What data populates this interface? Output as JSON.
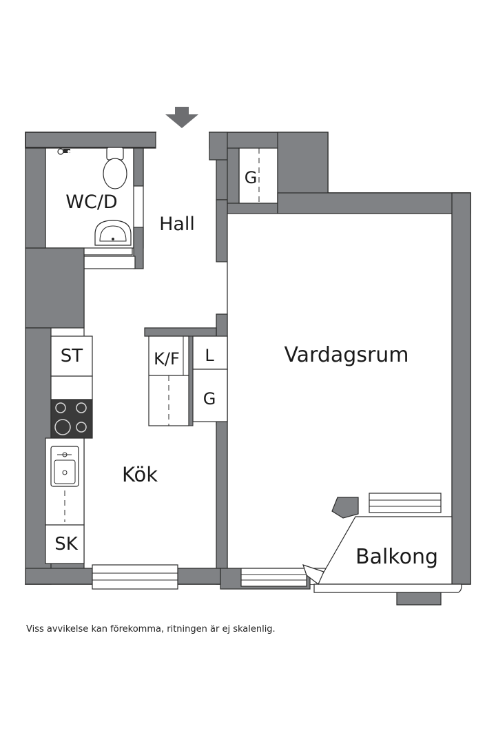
{
  "rooms": {
    "wc": "WC/D",
    "hall": "Hall",
    "wardrobe_hall": "G",
    "living": "Vardagsrum",
    "cupboard": "ST",
    "fridge_freezer": "K/F",
    "linen": "L",
    "wardrobe": "G",
    "kitchen": "Kök",
    "pantry": "SK",
    "balcony": "Balkong"
  },
  "footer": {
    "disclaimer": "Viss avvikelse kan förekomma, ritningen är ej skalenlig."
  },
  "colors": {
    "wall": "#808285",
    "wall_outline": "#2b2b2b",
    "floor": "#ffffff",
    "line": "#2b2b2b",
    "stove": "#3a3a3a"
  },
  "icons": {
    "entrance": "entrance-arrow-icon",
    "toilet": "toilet-icon",
    "sink": "washbasin-icon",
    "tap": "shower-tap-icon",
    "stove": "stove-icon",
    "kitchen_sink": "kitchen-sink-icon"
  }
}
